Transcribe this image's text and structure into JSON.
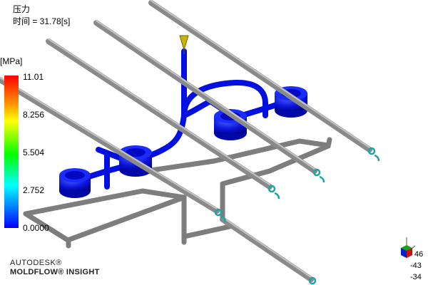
{
  "header": {
    "title": "压力",
    "time_label": "时间 = 31.78[s]"
  },
  "legend": {
    "unit": "[MPa]",
    "max": "11.01",
    "ticks": [
      "8.256",
      "5.504",
      "2.752"
    ],
    "min": "0.0000",
    "colors": [
      "#ff0000",
      "#ff7f00",
      "#ffff00",
      "#00ff00",
      "#00ffff",
      "#0080ff",
      "#0000ff"
    ]
  },
  "branding": {
    "line1": "AUTODESK®",
    "line2": "MOLDFLOW® INSIGHT"
  },
  "orientation": {
    "x": "46",
    "y": "-43",
    "z": "-34"
  },
  "model": {
    "runner_color": "#0000dd",
    "cooling_color": "#8c8c8c",
    "connector_color": "#1fa3a3",
    "injection_color": "#c8b400"
  }
}
